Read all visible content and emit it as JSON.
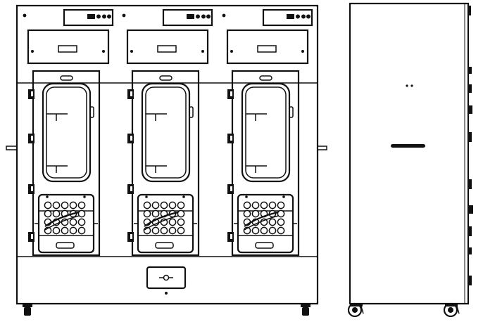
{
  "drawing": {
    "views": [
      {
        "name": "front-view",
        "door_count": 3
      },
      {
        "name": "side-view"
      }
    ],
    "door": {
      "keypad_columns": 5,
      "keypad_rows": 4
    },
    "colors": {
      "line": "#111111",
      "background": "#ffffff"
    }
  }
}
